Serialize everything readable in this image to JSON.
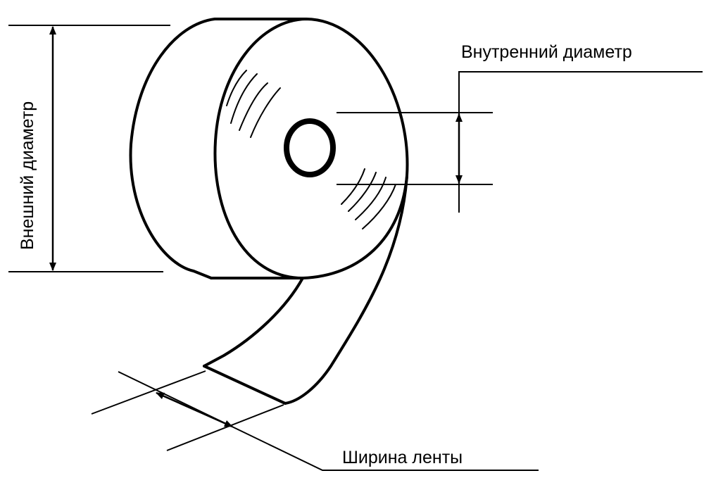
{
  "labels": {
    "outer_diameter": "Внешний диаметр",
    "inner_diameter": "Внутренний диаметр",
    "tape_width": "Ширина ленты"
  },
  "colors": {
    "stroke": "#000000",
    "background": "#ffffff"
  }
}
